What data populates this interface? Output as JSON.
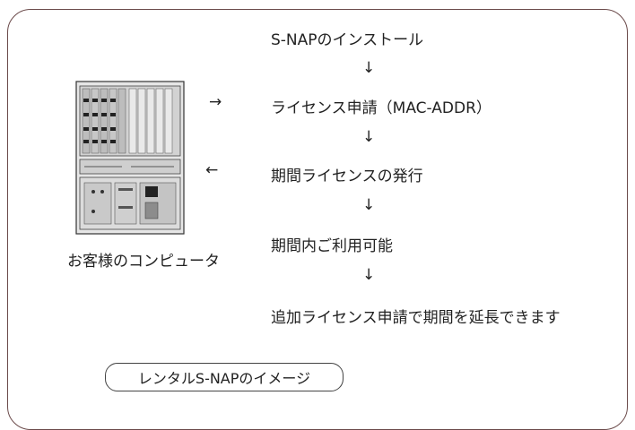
{
  "computer_caption": "お客様のコンピュータ",
  "side_arrows": {
    "to_right": "→",
    "to_left": "←"
  },
  "steps": [
    "S-NAPのインストール",
    "ライセンス申請（MAC-ADDR）",
    "期間ライセンスの発行",
    "期間内ご利用可能",
    "追加ライセンス申請で期間を延長できます"
  ],
  "down_arrow": "↓",
  "title_badge": "レンタルS-NAPのイメージ"
}
